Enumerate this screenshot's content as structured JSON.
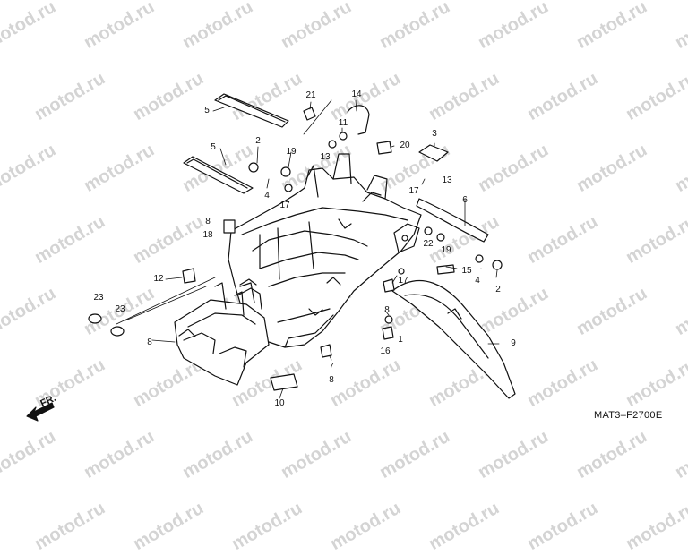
{
  "watermark": {
    "text": "motod.ru"
  },
  "diagram_code": "MAT3–F2700E",
  "direction_label": "FR.",
  "callouts": [
    {
      "id": "c-21",
      "text": "21"
    },
    {
      "id": "c-14",
      "text": "14"
    },
    {
      "id": "c-5a",
      "text": "5"
    },
    {
      "id": "c-11",
      "text": "11"
    },
    {
      "id": "c-13a",
      "text": "13"
    },
    {
      "id": "c-20",
      "text": "20"
    },
    {
      "id": "c-3",
      "text": "3"
    },
    {
      "id": "c-2a",
      "text": "2"
    },
    {
      "id": "c-5b",
      "text": "5"
    },
    {
      "id": "c-19a",
      "text": "19"
    },
    {
      "id": "c-4a",
      "text": "4"
    },
    {
      "id": "c-17a",
      "text": "17"
    },
    {
      "id": "c-17b",
      "text": "17"
    },
    {
      "id": "c-13b",
      "text": "13"
    },
    {
      "id": "c-6",
      "text": "6"
    },
    {
      "id": "c-8a",
      "text": "8"
    },
    {
      "id": "c-18",
      "text": "18"
    },
    {
      "id": "c-22",
      "text": "22"
    },
    {
      "id": "c-19b",
      "text": "19"
    },
    {
      "id": "c-15",
      "text": "15"
    },
    {
      "id": "c-4b",
      "text": "4"
    },
    {
      "id": "c-2b",
      "text": "2"
    },
    {
      "id": "c-12",
      "text": "12"
    },
    {
      "id": "c-17c",
      "text": "17"
    },
    {
      "id": "c-23a",
      "text": "23"
    },
    {
      "id": "c-23b",
      "text": "23"
    },
    {
      "id": "c-8b",
      "text": "8"
    },
    {
      "id": "c-1",
      "text": "1"
    },
    {
      "id": "c-9",
      "text": "9"
    },
    {
      "id": "c-8c",
      "text": "8"
    },
    {
      "id": "c-16",
      "text": "16"
    },
    {
      "id": "c-7",
      "text": "7"
    },
    {
      "id": "c-8d",
      "text": "8"
    },
    {
      "id": "c-10",
      "text": "10"
    }
  ]
}
